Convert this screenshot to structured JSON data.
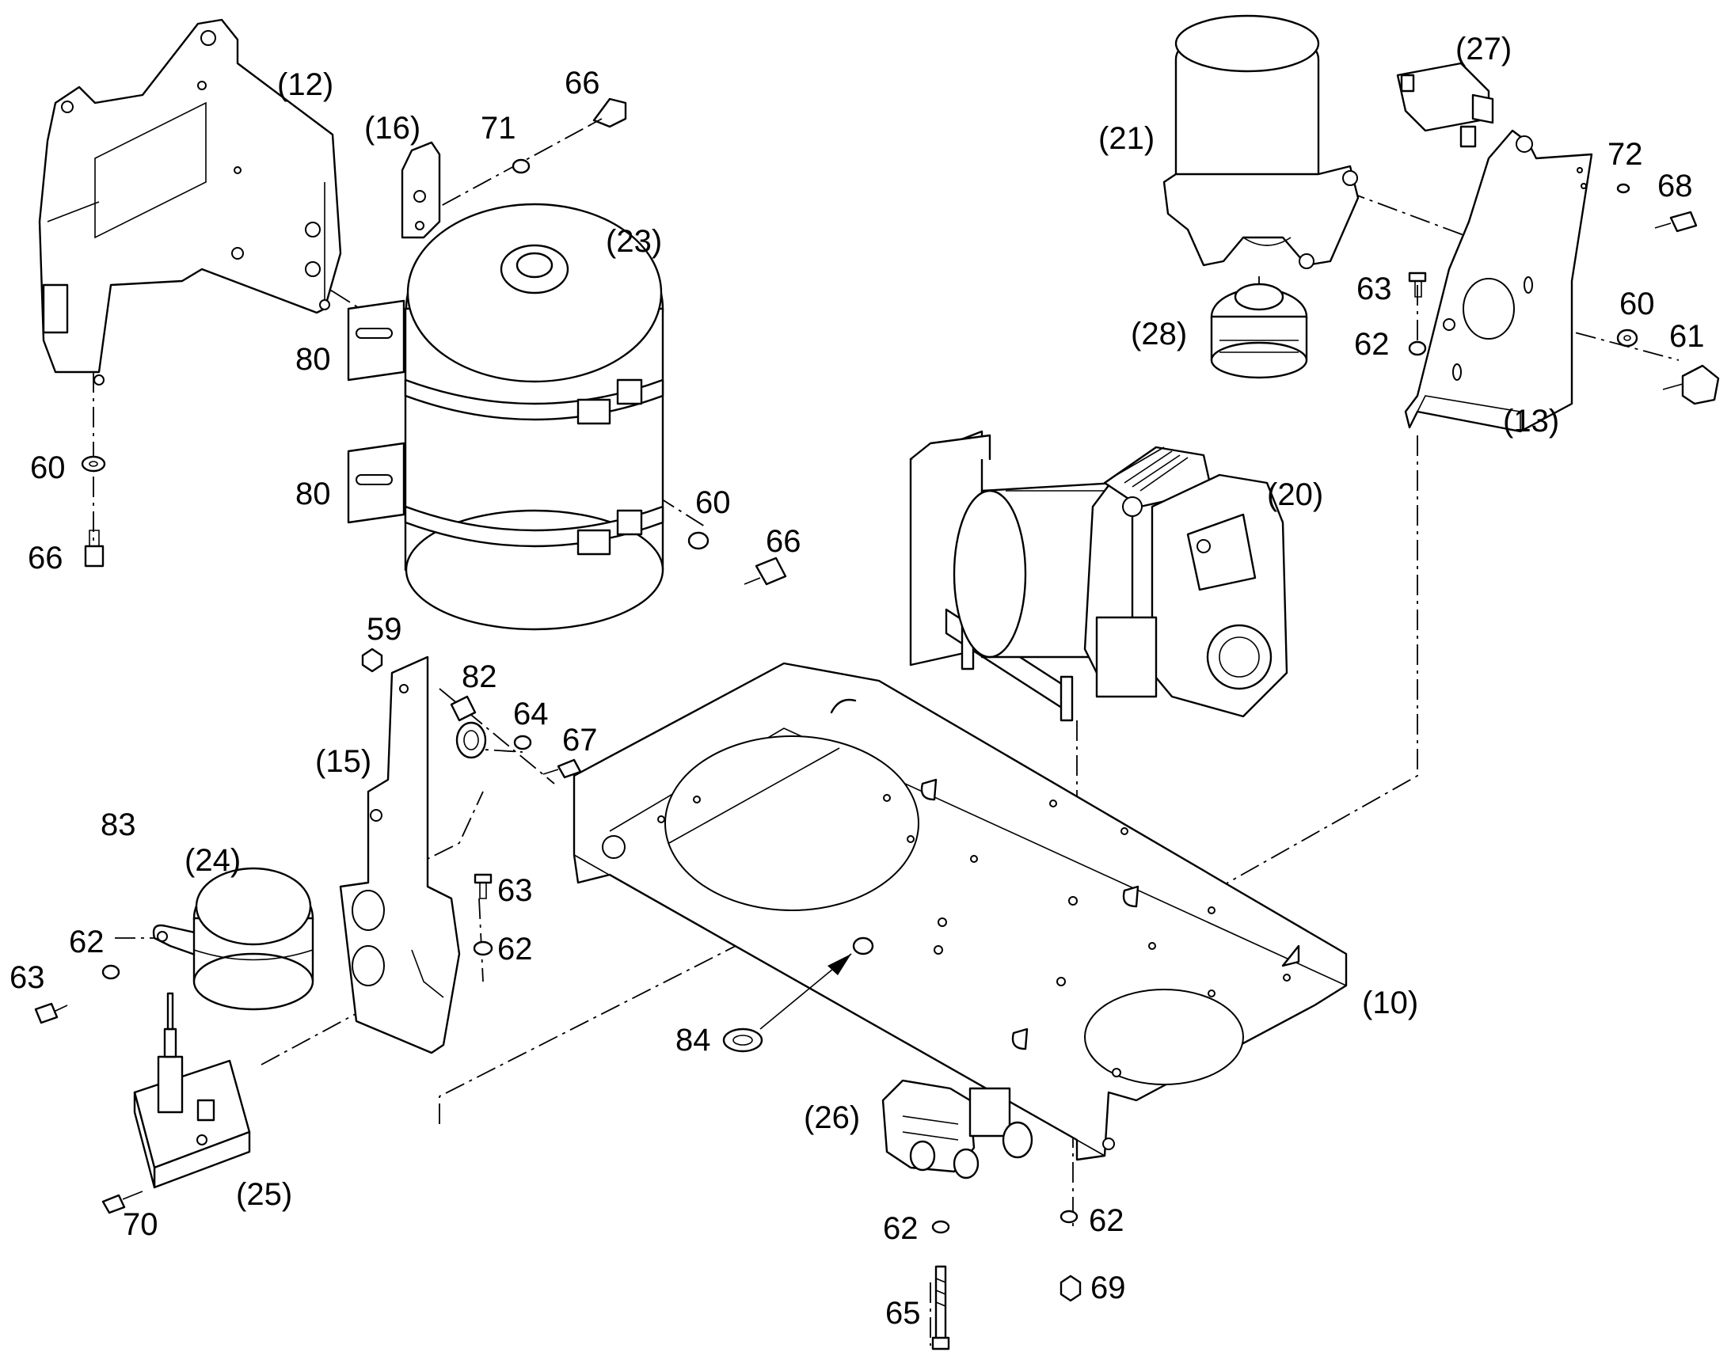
{
  "diagram": {
    "callouts": [
      {
        "id": "c12",
        "text": "(12)"
      },
      {
        "id": "c16",
        "text": "(16)"
      },
      {
        "id": "c71",
        "text": "71"
      },
      {
        "id": "c66a",
        "text": "66"
      },
      {
        "id": "c23",
        "text": "(23)"
      },
      {
        "id": "c80a",
        "text": "80"
      },
      {
        "id": "c80b",
        "text": "80"
      },
      {
        "id": "c60a",
        "text": "60"
      },
      {
        "id": "c66b",
        "text": "66"
      },
      {
        "id": "c60b",
        "text": "60"
      },
      {
        "id": "c66c",
        "text": "66"
      },
      {
        "id": "c21",
        "text": "(21)"
      },
      {
        "id": "c27",
        "text": "(27)"
      },
      {
        "id": "c72",
        "text": "72"
      },
      {
        "id": "c68",
        "text": "68"
      },
      {
        "id": "c63a",
        "text": "63"
      },
      {
        "id": "c62a",
        "text": "62"
      },
      {
        "id": "c28",
        "text": "(28)"
      },
      {
        "id": "c60c",
        "text": "60"
      },
      {
        "id": "c61",
        "text": "61"
      },
      {
        "id": "c13",
        "text": "(13)"
      },
      {
        "id": "c20",
        "text": "(20)"
      },
      {
        "id": "c59",
        "text": "59"
      },
      {
        "id": "c82",
        "text": "82"
      },
      {
        "id": "c64",
        "text": "64"
      },
      {
        "id": "c67",
        "text": "67"
      },
      {
        "id": "c15",
        "text": "(15)"
      },
      {
        "id": "c83",
        "text": "83"
      },
      {
        "id": "c24",
        "text": "(24)"
      },
      {
        "id": "c63b",
        "text": "63"
      },
      {
        "id": "c62b",
        "text": "62"
      },
      {
        "id": "c62c",
        "text": "62"
      },
      {
        "id": "c63c",
        "text": "63"
      },
      {
        "id": "c10",
        "text": "(10)"
      },
      {
        "id": "c84",
        "text": "84"
      },
      {
        "id": "c26",
        "text": "(26)"
      },
      {
        "id": "c25",
        "text": "(25)"
      },
      {
        "id": "c70",
        "text": "70"
      },
      {
        "id": "c62d",
        "text": "62"
      },
      {
        "id": "c62e",
        "text": "62"
      },
      {
        "id": "c69",
        "text": "69"
      },
      {
        "id": "c65",
        "text": "65"
      }
    ]
  }
}
